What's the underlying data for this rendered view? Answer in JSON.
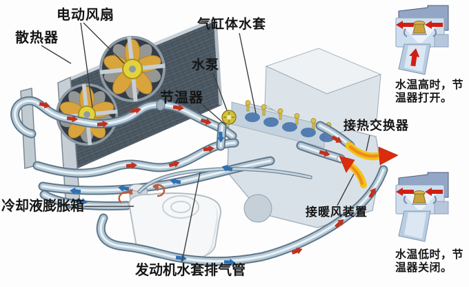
{
  "diagram_title_semantic": "engine-cooling-system",
  "labels": {
    "electric_fan": "电动风扇",
    "radiator": "散热器",
    "cylinder_jacket": "气缸体水套",
    "water_pump": "水泵",
    "thermostat": "节温器",
    "heat_exchanger": "接热交换器",
    "heater_device": "接暖风装置",
    "expansion_tank": "冷却液膨胀箱",
    "vent_pipe": "发动机水套排气管"
  },
  "insets": {
    "open": {
      "line1": "水温高时，节",
      "line2": "温器打开。"
    },
    "closed": {
      "line1": "水温低时，节",
      "line2": "温器关闭。"
    }
  },
  "colors": {
    "pipe_metal": "#b2c7d4",
    "flow_hot_arrow": "#c0321e",
    "flow_cold_arrow": "#2e6fb3",
    "fan_blade": "#d9a43c",
    "fan_hub": "#e3d23c",
    "flame_yellow": "#f4c11c",
    "flame_red": "#da2d0e",
    "inset_body": "#cfdeee",
    "inset_cap": "#94a6c6",
    "valve_brass": "#c8a23c",
    "engine_body": "#dce4ea",
    "text": "#151515"
  }
}
